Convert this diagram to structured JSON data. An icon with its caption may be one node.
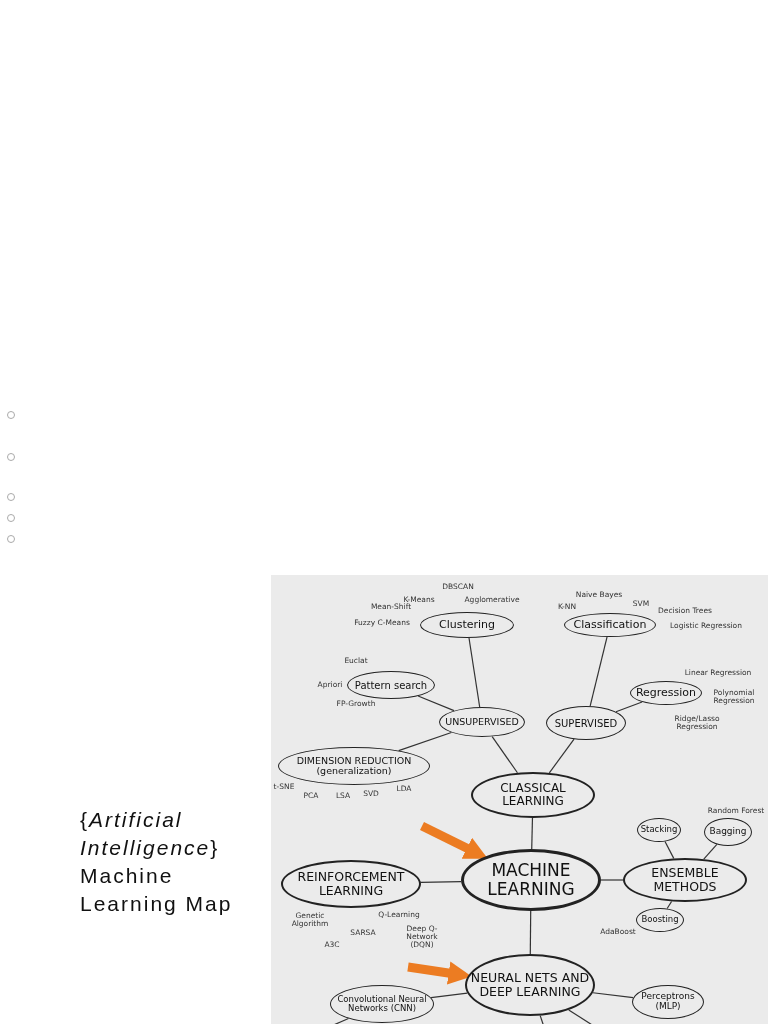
{
  "diagram": {
    "title": "{*Artificial Intelligence*} Machine Learning Map",
    "nodes": [
      {
        "text": [
          "Clustering"
        ]
      },
      {
        "text": [
          "Classification"
        ]
      },
      {
        "text": [
          "Pattern search"
        ]
      },
      {
        "text": [
          "Regression"
        ]
      },
      {
        "text": [
          "UNSUPERVISED"
        ]
      },
      {
        "text": [
          "SUPERVISED"
        ]
      },
      {
        "text": [
          "DIMENSION REDUCTION (generalization)"
        ]
      },
      {
        "text": [
          "CLASSICAL LEARNING"
        ]
      },
      {
        "text": [
          "Stacking"
        ]
      },
      {
        "text": [
          "Bagging"
        ]
      },
      {
        "text": [
          "REINFORCEMENT LEARNING"
        ]
      },
      {
        "text": [
          "MACHINE LEARNING"
        ]
      },
      {
        "text": [
          "ENSEMBLE METHODS"
        ]
      },
      {
        "text": [
          "Boosting"
        ]
      },
      {
        "text": [
          "NEURAL NETS AND DEEP LEARNING"
        ]
      },
      {
        "text": [
          "Perceptrons (MLP)"
        ]
      },
      {
        "text": [
          "Convolutional Neural Networks (CNN)"
        ]
      }
    ],
    "edges": [
      {
        "from": 0,
        "to": 4,
        "arrow": "none"
      },
      {
        "from": 2,
        "to": 4,
        "arrow": "none"
      },
      {
        "from": 6,
        "to": 4,
        "arrow": "none"
      },
      {
        "from": 4,
        "to": 7,
        "arrow": "none"
      },
      {
        "from": 1,
        "to": 5,
        "arrow": "none"
      },
      {
        "from": 3,
        "to": 5,
        "arrow": "none"
      },
      {
        "from": 5,
        "to": 7,
        "arrow": "none"
      },
      {
        "from": 7,
        "to": 11,
        "arrow": "none"
      },
      {
        "from": 10,
        "to": 11,
        "arrow": "none"
      },
      {
        "from": 11,
        "to": 12,
        "arrow": "none"
      },
      {
        "from": 8,
        "to": 12,
        "arrow": "none"
      },
      {
        "from": 9,
        "to": 12,
        "arrow": "none"
      },
      {
        "from": 12,
        "to": 13,
        "arrow": "none"
      },
      {
        "from": 11,
        "to": 14,
        "arrow": "none"
      },
      {
        "from": 14,
        "to": 15,
        "arrow": "none"
      },
      {
        "from": 14,
        "to": 16,
        "arrow": "none"
      },
      {
        "from": null,
        "to": 11,
        "arrow": "to",
        "style": "thick",
        "color": "#ec7c22"
      },
      {
        "from": null,
        "to": 14,
        "arrow": "to",
        "style": "thick",
        "color": "#ec7c22"
      },
      {
        "from": 16,
        "to": null,
        "arrow": "none"
      },
      {
        "from": 14,
        "to": null,
        "arrow": "none"
      },
      {
        "from": 14,
        "to": null,
        "arrow": "none"
      }
    ],
    "labels": [
      "DBSCAN",
      "K-Means",
      "Agglomerative",
      "Mean-Shift",
      "Fuzzy C-Means",
      "Naive Bayes",
      "K-NN",
      "SVM",
      "Decision Trees",
      "Logistic Regression",
      "Euclat",
      "Apriori",
      "FP-Growth",
      "Linear Regression",
      "Polynomial Regression",
      "Ridge/Lasso Regression",
      "t-SNE",
      "PCA",
      "LSA",
      "SVD",
      "LDA",
      "Random Forest",
      "Genetic Algorithm",
      "Q-Learning",
      "SARSA",
      "Deep Q-Network (DQN)",
      "A3C",
      "AdaBoost"
    ]
  }
}
